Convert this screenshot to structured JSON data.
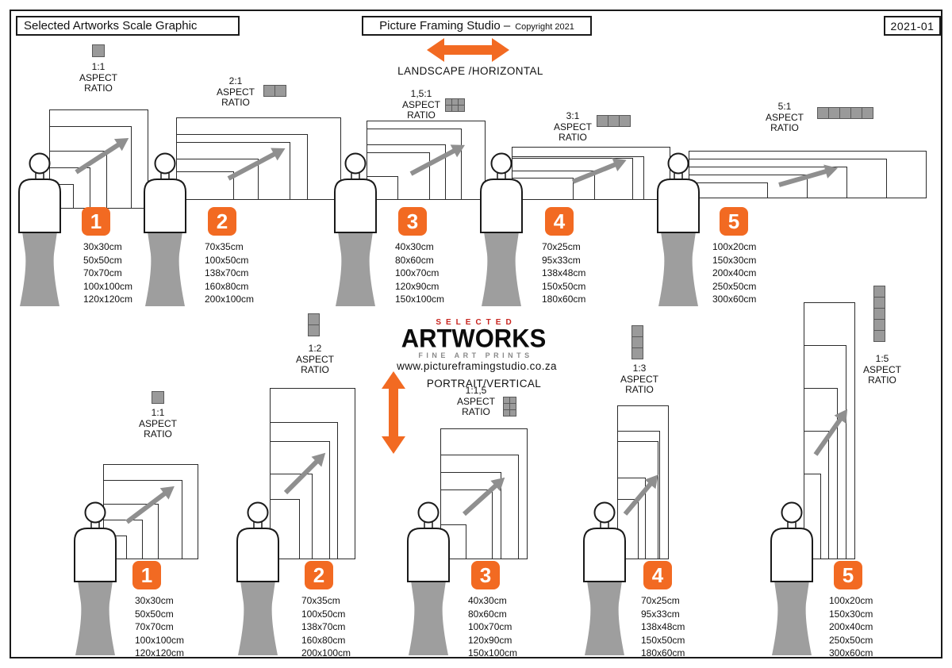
{
  "header": {
    "left_title": "Selected Artworks Scale Graphic",
    "center_title": "Picture Framing Studio –",
    "center_subtitle": "Copyright 2021",
    "doc_number": "2021-01"
  },
  "orientation_labels": {
    "landscape": "LANDSCAPE /HORIZONTAL",
    "portrait": "PORTRAIT/VERTICAL"
  },
  "logo": {
    "top": "SELECTED",
    "main": "ARTWORKS",
    "sub": "FINE ART PRINTS",
    "website": "www.pictureframingstudio.co.za"
  },
  "colors": {
    "accent_orange": "#f26a22",
    "figure_gray": "#9e9e9e",
    "logo_red": "#c8241e"
  },
  "aspect_label_lines": [
    "ASPECT",
    "RATIO"
  ],
  "landscape_groups": [
    {
      "number": "1",
      "ratio": "1:1",
      "sizes_cm": [
        "30x30cm",
        "50x50cm",
        "70x70cm",
        "100x100cm",
        "120x120cm"
      ],
      "icon": "ratio-icon-1x1"
    },
    {
      "number": "2",
      "ratio": "2:1",
      "sizes_cm": [
        "70x35cm",
        "100x50cm",
        "138x70cm",
        "160x80cm",
        "200x100cm"
      ],
      "icon": "ratio-icon-2x1"
    },
    {
      "number": "3",
      "ratio": "1,5:1",
      "sizes_cm": [
        "40x30cm",
        "80x60cm",
        "100x70cm",
        "120x90cm",
        "150x100cm"
      ],
      "icon": "ratio-icon-1.5x1"
    },
    {
      "number": "4",
      "ratio": "3:1",
      "sizes_cm": [
        "70x25cm",
        "95x33cm",
        "138x48cm",
        "150x50cm",
        "180x60cm"
      ],
      "icon": "ratio-icon-3x1"
    },
    {
      "number": "5",
      "ratio": "5:1",
      "sizes_cm": [
        "100x20cm",
        "150x30cm",
        "200x40cm",
        "250x50cm",
        "300x60cm"
      ],
      "icon": "ratio-icon-5x1"
    }
  ],
  "portrait_groups": [
    {
      "number": "1",
      "ratio": "1:1",
      "sizes_cm": [
        "30x30cm",
        "50x50cm",
        "70x70cm",
        "100x100cm",
        "120x120cm"
      ],
      "icon": "ratio-icon-1x1"
    },
    {
      "number": "2",
      "ratio": "1:2",
      "sizes_cm": [
        "70x35cm",
        "100x50cm",
        "138x70cm",
        "160x80cm",
        "200x100cm"
      ],
      "icon": "ratio-icon-1x2"
    },
    {
      "number": "3",
      "ratio": "1:1,5",
      "sizes_cm": [
        "40x30cm",
        "80x60cm",
        "100x70cm",
        "120x90cm",
        "150x100cm"
      ],
      "icon": "ratio-icon-1x1.5"
    },
    {
      "number": "4",
      "ratio": "1:3",
      "sizes_cm": [
        "70x25cm",
        "95x33cm",
        "138x48cm",
        "150x50cm",
        "180x60cm"
      ],
      "icon": "ratio-icon-1x3"
    },
    {
      "number": "5",
      "ratio": "1:5",
      "sizes_cm": [
        "100x20cm",
        "150x30cm",
        "200x40cm",
        "250x50cm",
        "300x60cm"
      ],
      "icon": "ratio-icon-1x5"
    }
  ]
}
